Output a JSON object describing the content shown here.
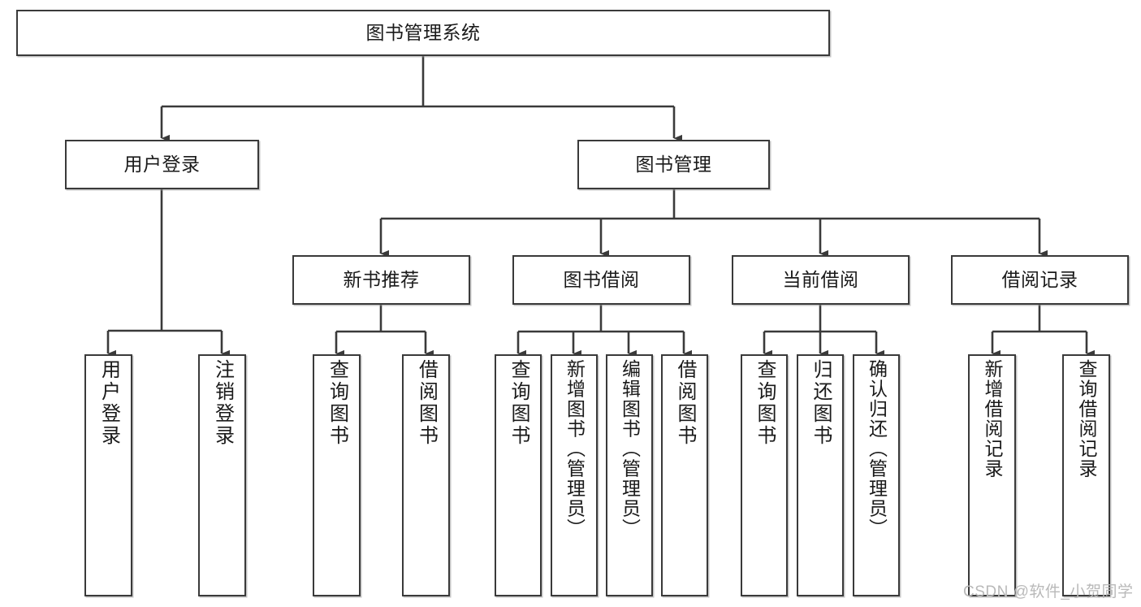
{
  "diagram": {
    "title": "图书管理系统",
    "type": "hierarchy-tree",
    "root": {
      "label": "图书管理系统"
    },
    "level1": [
      {
        "label": "用户登录"
      },
      {
        "label": "图书管理"
      }
    ],
    "level2": [
      {
        "label": "新书推荐"
      },
      {
        "label": "图书借阅"
      },
      {
        "label": "当前借阅"
      },
      {
        "label": "借阅记录"
      }
    ],
    "leaves": {
      "user_login": [
        {
          "label": "用户登录"
        },
        {
          "label": "注销登录"
        }
      ],
      "new_book_recommend": [
        {
          "label": "查询图书"
        },
        {
          "label": "借阅图书"
        }
      ],
      "book_borrow": [
        {
          "label": "查询图书"
        },
        {
          "label": "新增图书（管理员）"
        },
        {
          "label": "编辑图书（管理员）"
        },
        {
          "label": "借阅图书"
        }
      ],
      "current_borrow": [
        {
          "label": "查询图书"
        },
        {
          "label": "归还图书"
        },
        {
          "label": "确认归还（管理员）"
        }
      ],
      "borrow_record": [
        {
          "label": "新增借阅记录"
        },
        {
          "label": "查询借阅记录"
        }
      ]
    }
  },
  "watermark": {
    "text": "CSDN @软件_小贺同学"
  },
  "colors": {
    "stroke": "#3a3a3a",
    "fill": "#ffffff",
    "text": "#1a1a1a",
    "watermark": "#b9b9b9"
  }
}
